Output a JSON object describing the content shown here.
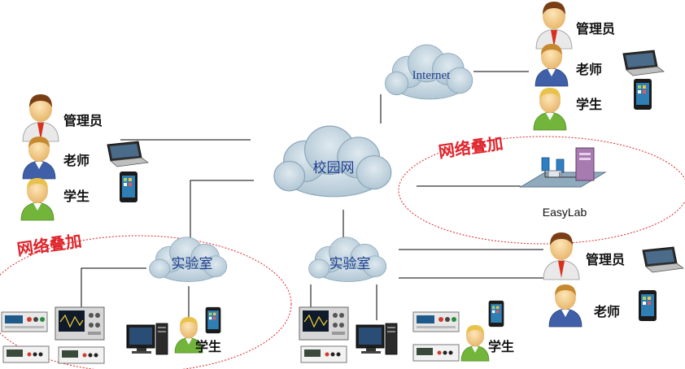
{
  "clouds": {
    "internet": "Internet",
    "campus": "校园网",
    "lab_left": "实验室",
    "lab_right": "实验室"
  },
  "roles": {
    "admin": "管理员",
    "teacher": "老师",
    "student": "学生"
  },
  "overlay_label": "网络叠加",
  "easylab_label": "EasyLab",
  "colors": {
    "cloud_fill": "#bcd0dc",
    "cloud_stroke": "#8aa6b8",
    "overlay_red": "#e0242b",
    "link_line": "#000000"
  }
}
